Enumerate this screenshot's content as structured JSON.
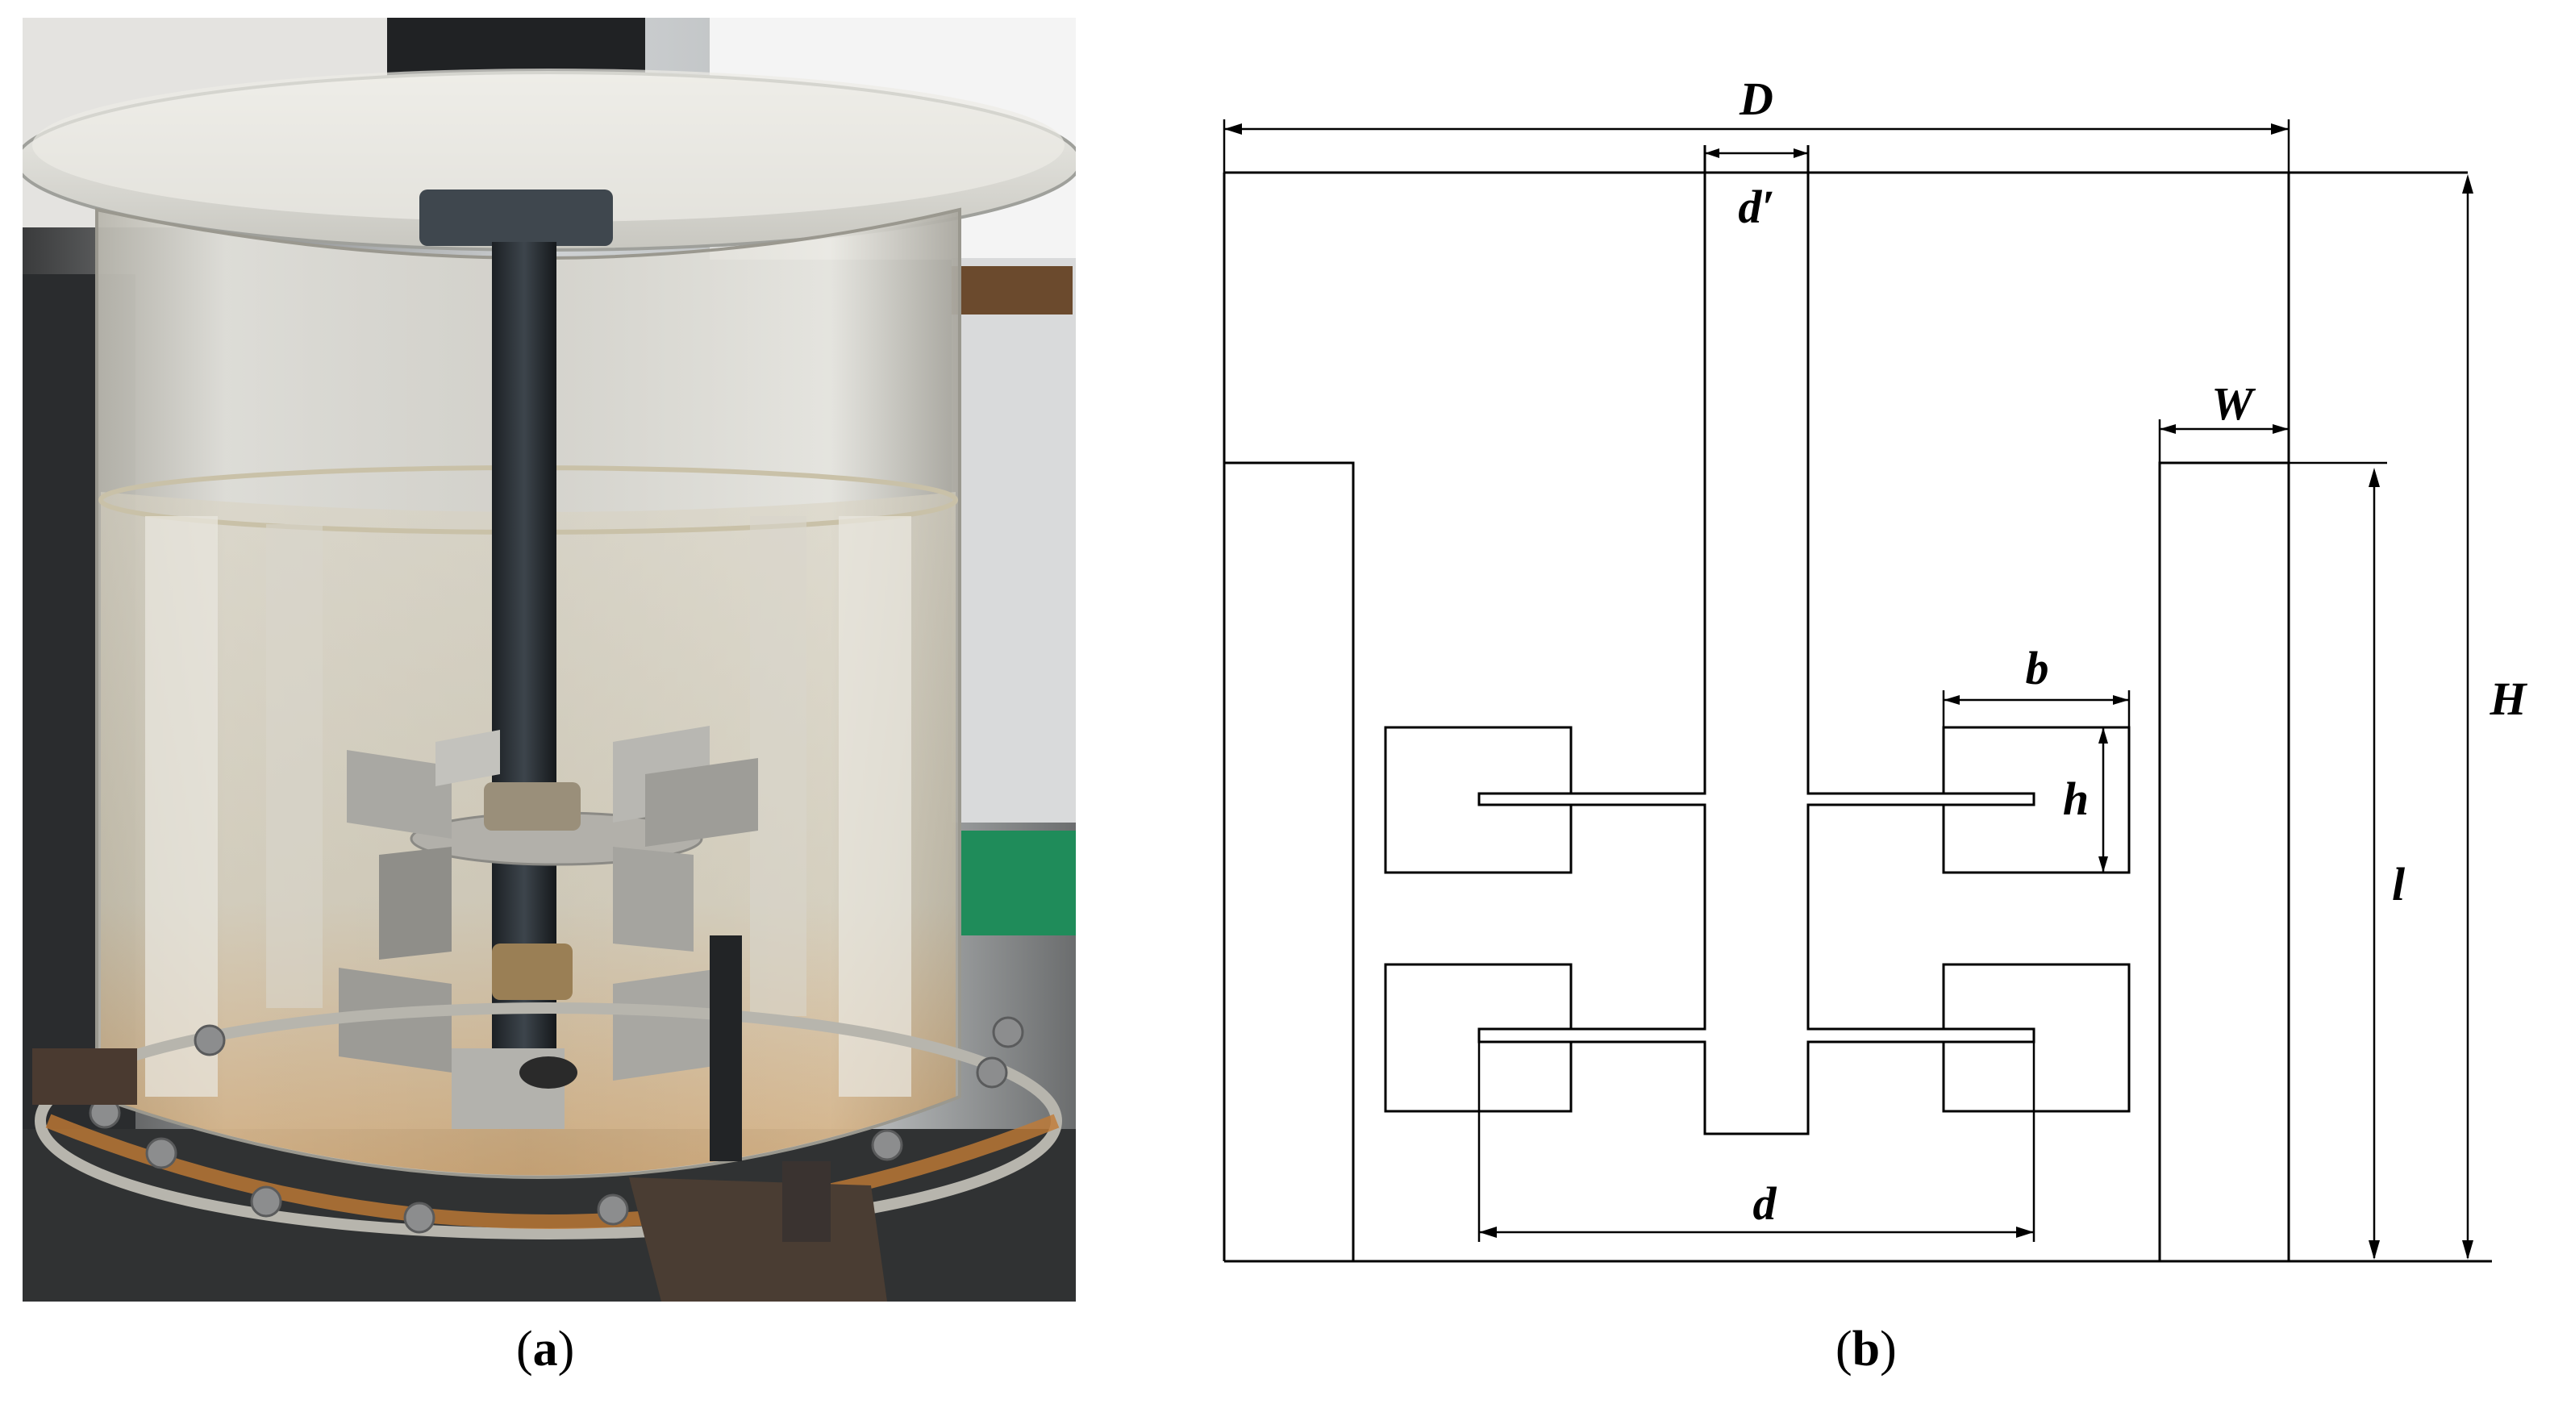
{
  "figure": {
    "panel_a": {
      "caption_label": "a",
      "content": "photo-of-stirred-tank-reactor"
    },
    "panel_b": {
      "caption_label": "b"
    }
  },
  "dimension_labels": {
    "D": "D",
    "d_prime": "d′",
    "W": "W",
    "H": "H",
    "b": "b",
    "h": "h",
    "l": "l",
    "d": "d"
  },
  "colors": {
    "line": "#000000",
    "background": "#ffffff"
  }
}
